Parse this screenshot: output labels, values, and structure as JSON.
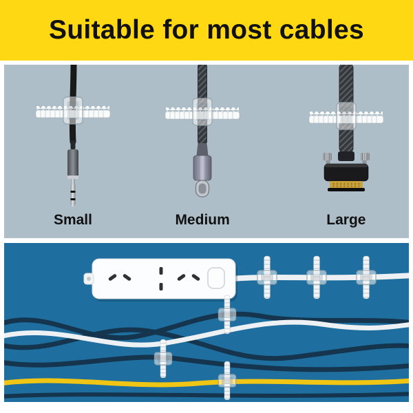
{
  "banner": {
    "title": "Suitable for most cables"
  },
  "size_demo": {
    "items": [
      {
        "label": "Small",
        "icon": "audio-jack-cable-icon"
      },
      {
        "label": "Medium",
        "icon": "usb-c-cable-icon"
      },
      {
        "label": "Large",
        "icon": "vga-cable-icon"
      }
    ]
  },
  "icons": [
    "cable-clip-icon",
    "power-strip-icon",
    "outlet-icon",
    "power-switch-icon",
    "white-cable-icon",
    "dark-cable-icon",
    "yellow-cable-icon"
  ],
  "colors": {
    "banner_bg": "#ffd814",
    "panel_gray": "#adbec9",
    "panel_blue": "#1e6f9f",
    "text_dark": "#111111",
    "cable_dark": "#15344d",
    "cable_white": "#eef1f3",
    "cable_yellow": "#f0c513"
  }
}
